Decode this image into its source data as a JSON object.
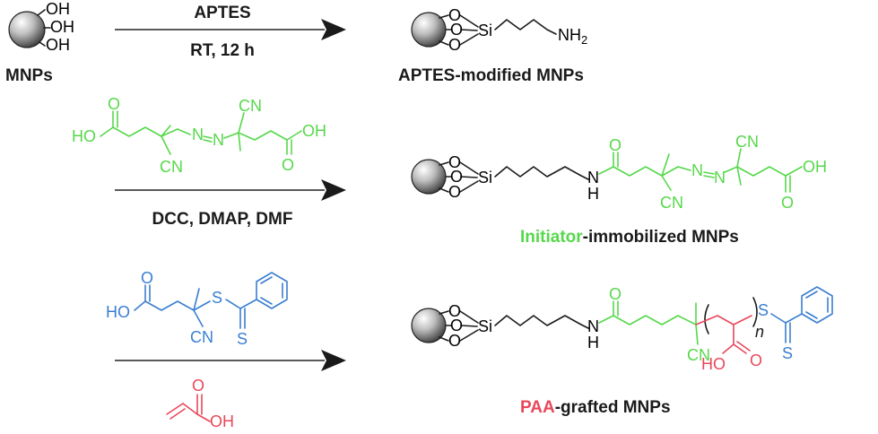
{
  "colors": {
    "black": "#1a1a1a",
    "green": "#56d84a",
    "blue": "#3a7fd0",
    "red": "#e8485a",
    "arrow": "#5a5a5a"
  },
  "labels": {
    "mnps": "MNPs",
    "aptes_mnps": "APTES-modified MNPs",
    "initiator_word": "Initiator",
    "initiator_rest": "-immobilized MNPs",
    "paa_word": "PAA",
    "paa_rest": "-grafted MNPs"
  },
  "arrows": {
    "step1_top": "APTES",
    "step1_bottom": "RT, 12 h",
    "step2_bottom": "DCC, DMAP, DMF"
  },
  "atoms": {
    "oh": "OH",
    "ho": "HO",
    "o": "O",
    "si": "Si",
    "nh2": "NH",
    "nh2_sub": "2",
    "n": "N",
    "h": "H",
    "cn": "CN",
    "s": "S",
    "n_index": "n"
  }
}
